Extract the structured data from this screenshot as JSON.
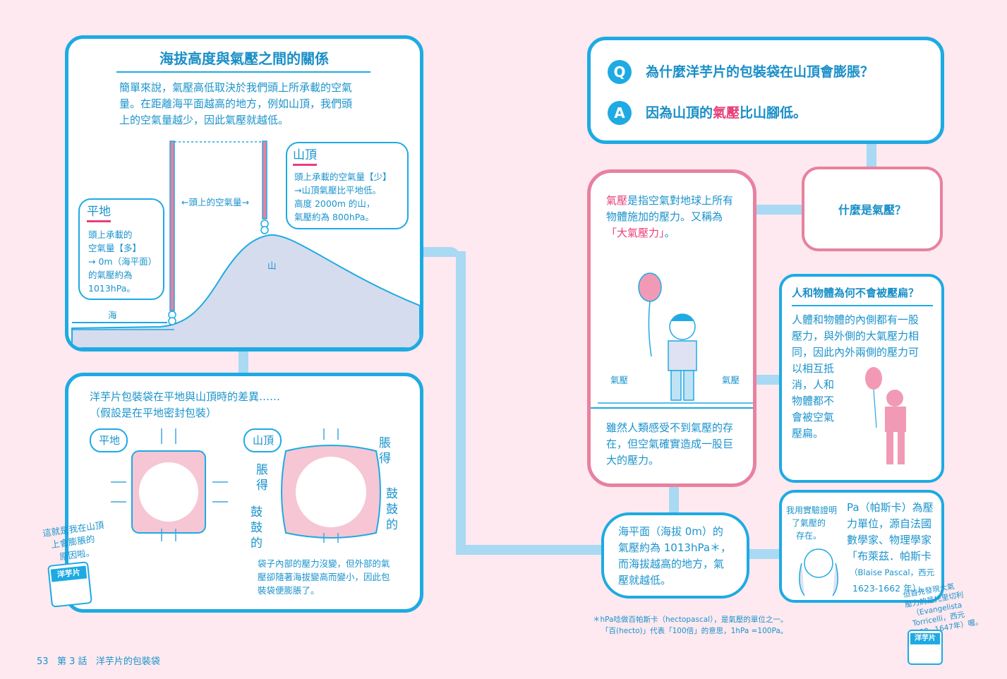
{
  "box1": {
    "title": "海拔高度與氣壓之間的關係",
    "intro": [
      "簡單來說，氣壓高低取決於我們頭上所承載的空氣",
      "量。在距離海平面越高的地方，例如山頂，我們頭",
      "上的空氣量越少，因此氣壓就越低。"
    ],
    "air_label": "←頭上的空氣量→",
    "mountain": "山",
    "sea": "海",
    "summit_title": "山頂",
    "summit_lines": [
      "頭上承載的空氣量【少】",
      "→山頂氣壓比平地低。",
      "高度 2000m 的山，",
      "氣壓約為 800hPa。"
    ],
    "plain_title": "平地",
    "plain_lines": [
      "頭上承載的",
      "空氣量【多】",
      "→ 0m（海平面）",
      "的氣壓約為",
      "1013hPa。"
    ]
  },
  "box2": {
    "line1": "洋芋片包裝袋在平地與山頂時的差異……",
    "line2": "（假設是在平地密封包裝）",
    "plain_tag": "平地",
    "summit_tag": "山頂",
    "swell1": "脹得",
    "swell2": "鼓鼓的",
    "swell3": "脹得",
    "swell4": "鼓鼓的",
    "note": [
      "袋子內部的壓力沒變，但外部的氣",
      "壓卻隨著海拔變高而變小，因此包",
      "裝袋便膨脹了。"
    ]
  },
  "mascot_left": [
    "這就是我在山頂",
    "上會膨脹的",
    "原因啦。"
  ],
  "mascot_label": "洋芋片",
  "qa": {
    "q_badge": "Q",
    "question": "為什麼洋芋片的包裝袋在山頂會膨脹？",
    "a_badge": "A",
    "answer_pre": "因為山頂的",
    "answer_hl": "氣壓",
    "answer_post": "比山腳低。"
  },
  "what_box": "什麼是氣壓？",
  "cloud": {
    "def_hl": "氣壓",
    "def_rest1": "是指空氣對地球上所有",
    "def_rest2": "物體施加的壓力。又稱為",
    "def_hl2": "「大氣壓力」",
    "def_end": "。",
    "label": "氣壓",
    "bottom": [
      "雖然人類感受不到氣壓的存",
      "在，但空氣確實造成一股巨",
      "大的壓力。"
    ]
  },
  "flat_box": {
    "title": "人和物體為何不會被壓扁？",
    "lines": [
      "人體和物體的內側都有一股",
      "壓力，與外側的大氣壓力相",
      "同，因此內外兩側的壓力可",
      "以相互抵",
      "消，人和",
      "物體都不",
      "會被空氣",
      "壓扁。"
    ]
  },
  "sea_cloud": [
    "海平面（海拔 0m）的",
    "氣壓約為 1013hPa＊，",
    "而海拔越高的地方，氣",
    "壓就越低。"
  ],
  "pascal": {
    "speech": [
      "我用實驗證明",
      "了氣壓的",
      "存在。"
    ],
    "lines": [
      "Pa（帕斯卡）為壓",
      "力單位，源自法國",
      "數學家、物理學家",
      "「布萊茲．帕斯卡",
      "（Blaise Pascal，西元",
      "1623-1662 年）」。"
    ]
  },
  "footnote": [
    "＊hPa唸做百帕斯卡（hectopascal），是氣壓的單位之一。",
    "「百(hecto)」代表「100倍」的意思，1hPa =100Pa。"
  ],
  "mascot_right": [
    "但首先發現大氣",
    "壓力的是托里切利",
    "（Evangelista",
    "Torricelli，西元",
    "1608~1647年）喔。"
  ],
  "footer": {
    "page": "53",
    "chapter": "第 3 話",
    "topic": "洋芋片的包裝袋"
  },
  "colors": {
    "blue": "#1eaae3",
    "pink": "#e7407a",
    "background": "#fde9ef"
  }
}
